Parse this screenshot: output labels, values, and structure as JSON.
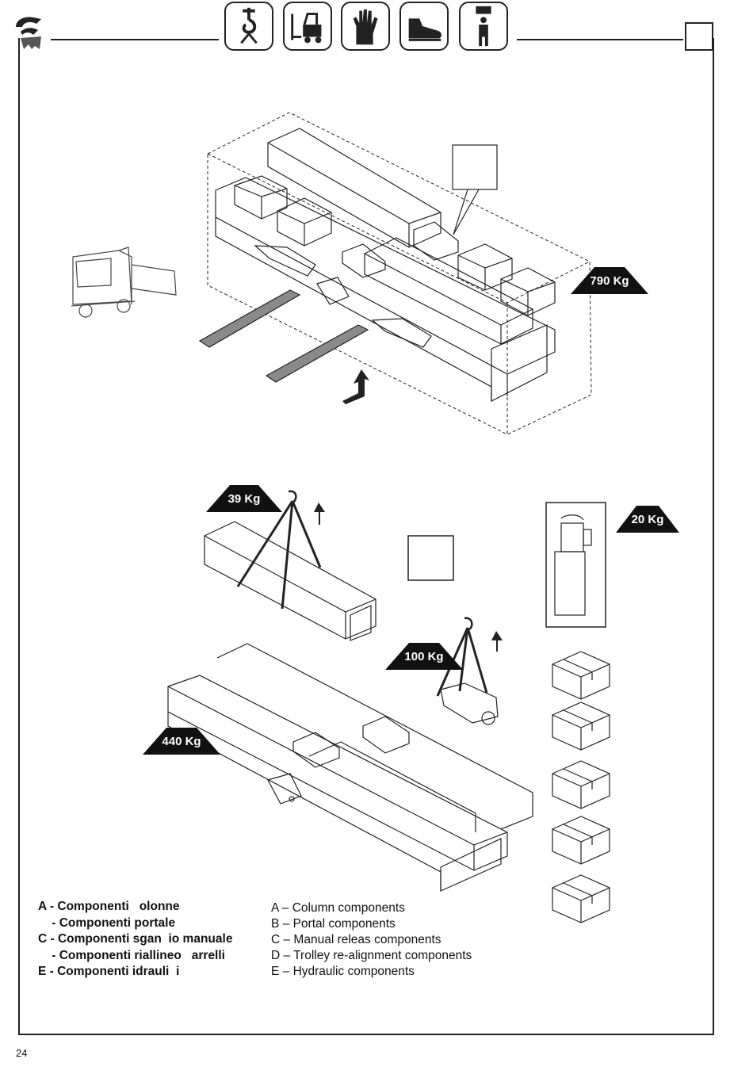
{
  "header": {
    "pictograms": [
      {
        "icon": "crane-hook-icon"
      },
      {
        "icon": "forklift-icon"
      },
      {
        "icon": "protective-glove-icon"
      },
      {
        "icon": "safety-shoe-icon"
      },
      {
        "icon": "suspended-load-person-icon"
      }
    ]
  },
  "weights": {
    "package": "790 Kg",
    "column": "39 Kg",
    "hydraulic": "20 Kg",
    "trolley": "100 Kg",
    "portal": "440 Kg"
  },
  "legend_it": [
    "A - Componenti   olonne",
    "    - Componenti portale",
    "C - Componenti sgan  io manuale",
    "    - Componenti riallineo   arrelli",
    "E - Componenti idrauli  i"
  ],
  "legend_en": [
    "A – Column components",
    "B – Portal components",
    "C – Manual releas components",
    "D – Trolley re-alignment components",
    "E – Hydraulic components"
  ],
  "footer": {
    "page_number": "24"
  },
  "colors": {
    "line": "#222222",
    "label_fill": "#111111",
    "fork_fill": "#8a8a8a"
  }
}
